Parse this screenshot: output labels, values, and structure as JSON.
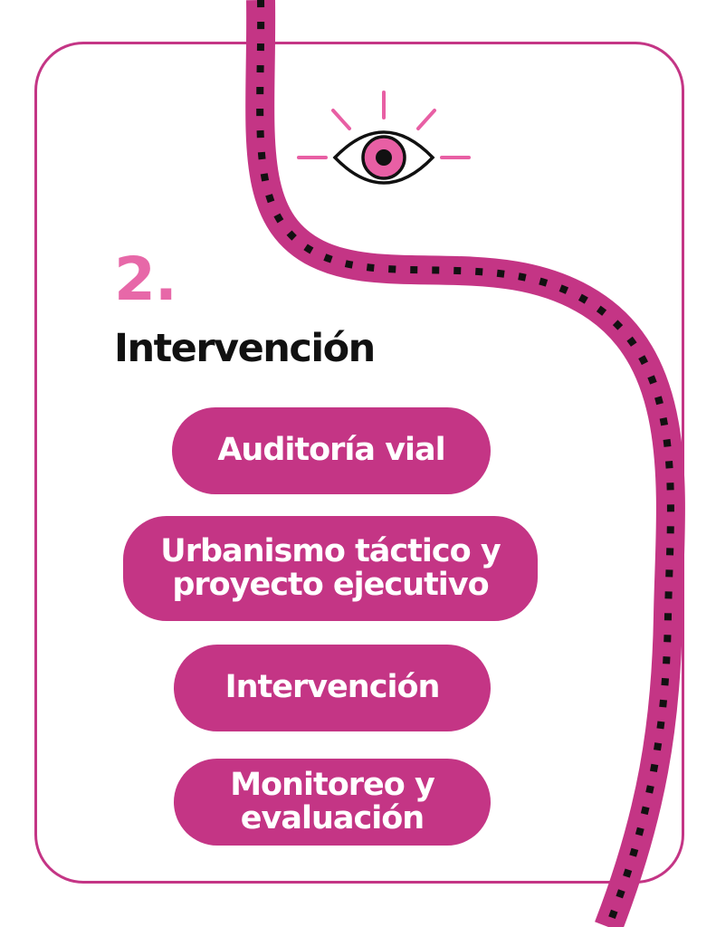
{
  "step": {
    "number": "2.",
    "title": "Intervención"
  },
  "items": [
    {
      "label": "Auditoría vial"
    },
    {
      "label": "Urbanismo táctico y\nproyecto ejecutivo"
    },
    {
      "label": "Intervención"
    },
    {
      "label": "Monitoreo y\nevaluación"
    }
  ],
  "icons": {
    "eye": "eye-icon"
  },
  "colors": {
    "accent": "#c43585",
    "number": "#e768a8",
    "pink_light": "#e85fa4",
    "text_dark": "#111111",
    "pill_text": "#ffffff",
    "road_dash": "#111111"
  }
}
